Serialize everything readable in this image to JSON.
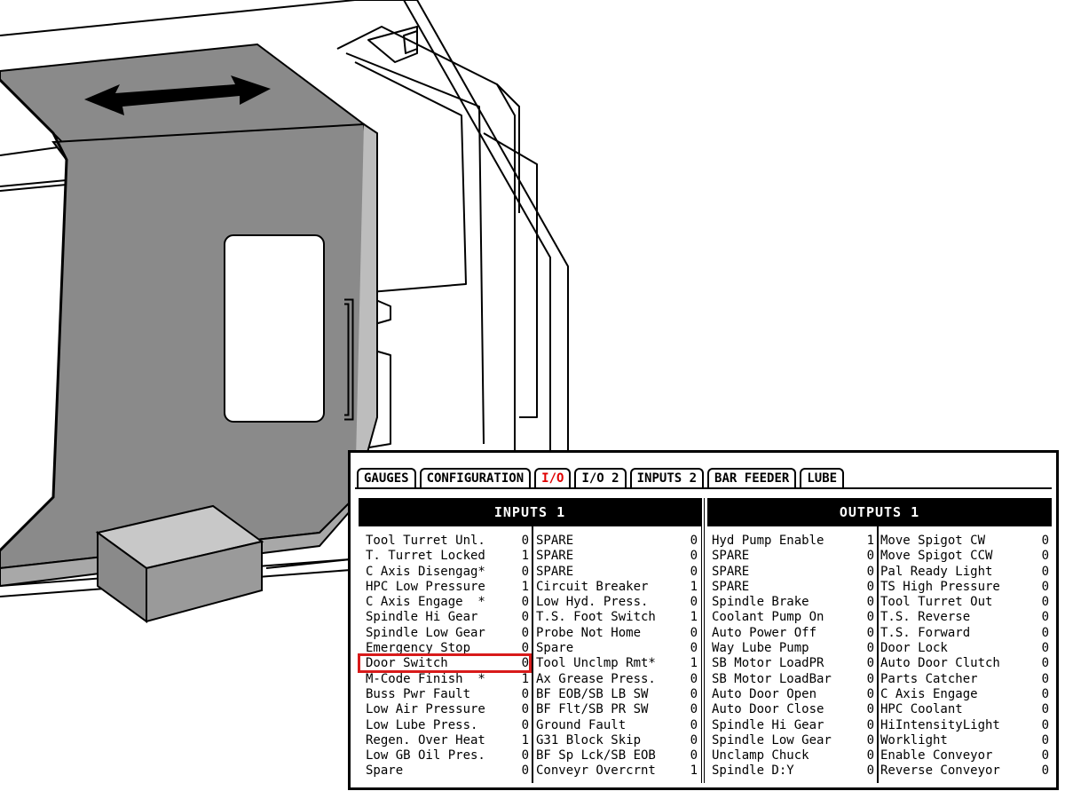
{
  "tabs": [
    "GAUGES",
    "CONFIGURATION",
    "I/O",
    "I/O 2",
    "INPUTS 2",
    "BAR FEEDER",
    "LUBE"
  ],
  "active_tab": "I/O",
  "inputs_header": "INPUTS 1",
  "outputs_header": "OUTPUTS 1",
  "highlight_color": "#d81b1b",
  "inputs_col1": [
    {
      "label": "Tool Turret Unl.",
      "value": "0"
    },
    {
      "label": "T. Turret Locked",
      "value": "1"
    },
    {
      "label": "C Axis Disengag*",
      "value": "0"
    },
    {
      "label": "HPC Low Pressure",
      "value": "1"
    },
    {
      "label": "C Axis Engage  *",
      "value": "0"
    },
    {
      "label": "Spindle Hi Gear",
      "value": "0"
    },
    {
      "label": "Spindle Low Gear",
      "value": "0"
    },
    {
      "label": "Emergency Stop",
      "value": "0"
    },
    {
      "label": "Door Switch",
      "value": "0"
    },
    {
      "label": "M-Code Finish  *",
      "value": "1"
    },
    {
      "label": "Buss Pwr Fault",
      "value": "0"
    },
    {
      "label": "Low Air Pressure",
      "value": "0"
    },
    {
      "label": "Low Lube Press.",
      "value": "0"
    },
    {
      "label": "Regen. Over Heat",
      "value": "1"
    },
    {
      "label": "Low GB Oil Pres.",
      "value": "0"
    },
    {
      "label": "Spare",
      "value": "0"
    }
  ],
  "inputs_col2": [
    {
      "label": "SPARE",
      "value": "0"
    },
    {
      "label": "SPARE",
      "value": "0"
    },
    {
      "label": "SPARE",
      "value": "0"
    },
    {
      "label": "Circuit Breaker",
      "value": "1"
    },
    {
      "label": "Low Hyd. Press.",
      "value": "0"
    },
    {
      "label": "T.S. Foot Switch",
      "value": "1"
    },
    {
      "label": "Probe Not Home",
      "value": "0"
    },
    {
      "label": "Spare",
      "value": "0"
    },
    {
      "label": "Tool Unclmp Rmt*",
      "value": "1"
    },
    {
      "label": "Ax Grease Press.",
      "value": "0"
    },
    {
      "label": "BF EOB/SB LB SW",
      "value": "0"
    },
    {
      "label": "BF Flt/SB PR SW",
      "value": "0"
    },
    {
      "label": "Ground Fault",
      "value": "0"
    },
    {
      "label": "G31 Block Skip",
      "value": "0"
    },
    {
      "label": "BF Sp Lck/SB EOB",
      "value": "0"
    },
    {
      "label": "Conveyr Overcrnt",
      "value": "1"
    }
  ],
  "outputs_col1": [
    {
      "label": "Hyd Pump Enable",
      "value": "1"
    },
    {
      "label": "SPARE",
      "value": "0"
    },
    {
      "label": "SPARE",
      "value": "0"
    },
    {
      "label": "SPARE",
      "value": "0"
    },
    {
      "label": "Spindle Brake",
      "value": "0"
    },
    {
      "label": "Coolant Pump On",
      "value": "0"
    },
    {
      "label": "Auto Power Off",
      "value": "0"
    },
    {
      "label": "Way Lube Pump",
      "value": "0"
    },
    {
      "label": "SB Motor LoadPR",
      "value": "0"
    },
    {
      "label": "SB Motor LoadBar",
      "value": "0"
    },
    {
      "label": "Auto Door Open",
      "value": "0"
    },
    {
      "label": "Auto Door Close",
      "value": "0"
    },
    {
      "label": "Spindle Hi Gear",
      "value": "0"
    },
    {
      "label": "Spindle Low Gear",
      "value": "0"
    },
    {
      "label": "Unclamp Chuck",
      "value": "0"
    },
    {
      "label": "Spindle D:Y",
      "value": "0"
    }
  ],
  "outputs_col2": [
    {
      "label": "Move Spigot CW",
      "value": "0"
    },
    {
      "label": "Move Spigot CCW",
      "value": "0"
    },
    {
      "label": "Pal Ready Light",
      "value": "0"
    },
    {
      "label": "TS High Pressure",
      "value": "0"
    },
    {
      "label": "Tool Turret Out",
      "value": "0"
    },
    {
      "label": "T.S. Reverse",
      "value": "0"
    },
    {
      "label": "T.S. Forward",
      "value": "0"
    },
    {
      "label": "Door Lock",
      "value": "0"
    },
    {
      "label": "Auto Door Clutch",
      "value": "0"
    },
    {
      "label": "Parts Catcher",
      "value": "0"
    },
    {
      "label": "C Axis Engage",
      "value": "0"
    },
    {
      "label": "HPC Coolant",
      "value": "0"
    },
    {
      "label": "HiIntensityLight",
      "value": "0"
    },
    {
      "label": "Worklight",
      "value": "0"
    },
    {
      "label": "Enable Conveyor",
      "value": "0"
    },
    {
      "label": "Reverse Conveyor",
      "value": "0"
    }
  ]
}
